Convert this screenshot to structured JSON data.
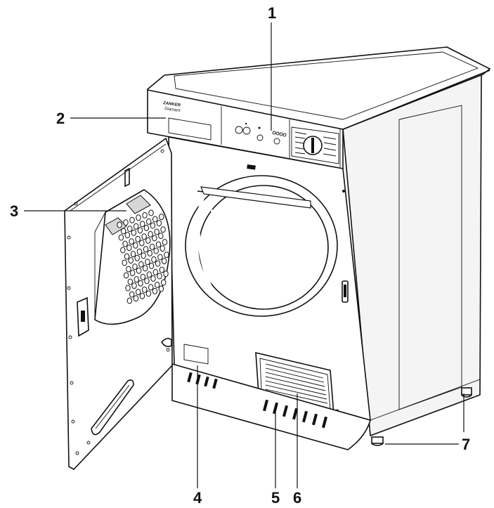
{
  "brand": {
    "name": "ZANKER",
    "model": "Diamant"
  },
  "callouts": [
    {
      "id": "1",
      "label": "1"
    },
    {
      "id": "2",
      "label": "2"
    },
    {
      "id": "3",
      "label": "3"
    },
    {
      "id": "4",
      "label": "4"
    },
    {
      "id": "5",
      "label": "5"
    },
    {
      "id": "6",
      "label": "6"
    },
    {
      "id": "7",
      "label": "7"
    }
  ]
}
